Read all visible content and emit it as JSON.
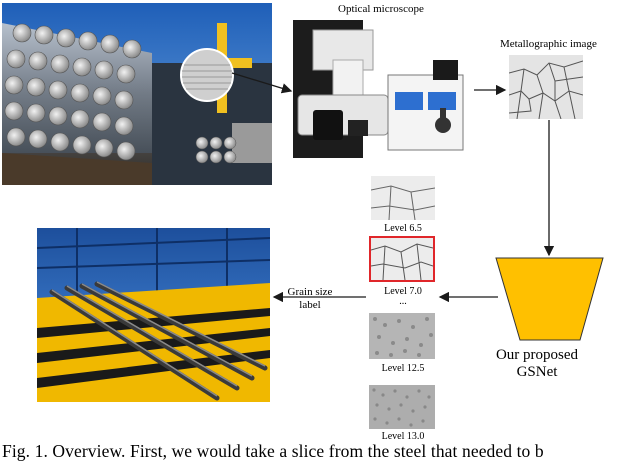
{
  "figure": {
    "optical_microscope_label": "Optical microscope",
    "metallographic_label": "Metallographic image",
    "grain_size_label": "Grain size label",
    "gsnet_label": "Our proposed GSNet",
    "levels": [
      "Level 6.5",
      "Level 7.0",
      "...",
      "Level 12.5",
      "Level 13.0"
    ],
    "caption": "Fig. 1. Overview. First, we would take a slice from the steel that needed to b"
  },
  "colors": {
    "funnel_fill": "#ffc000",
    "highlight_border": "#e0262a",
    "arrow": "#1a1a1a"
  }
}
